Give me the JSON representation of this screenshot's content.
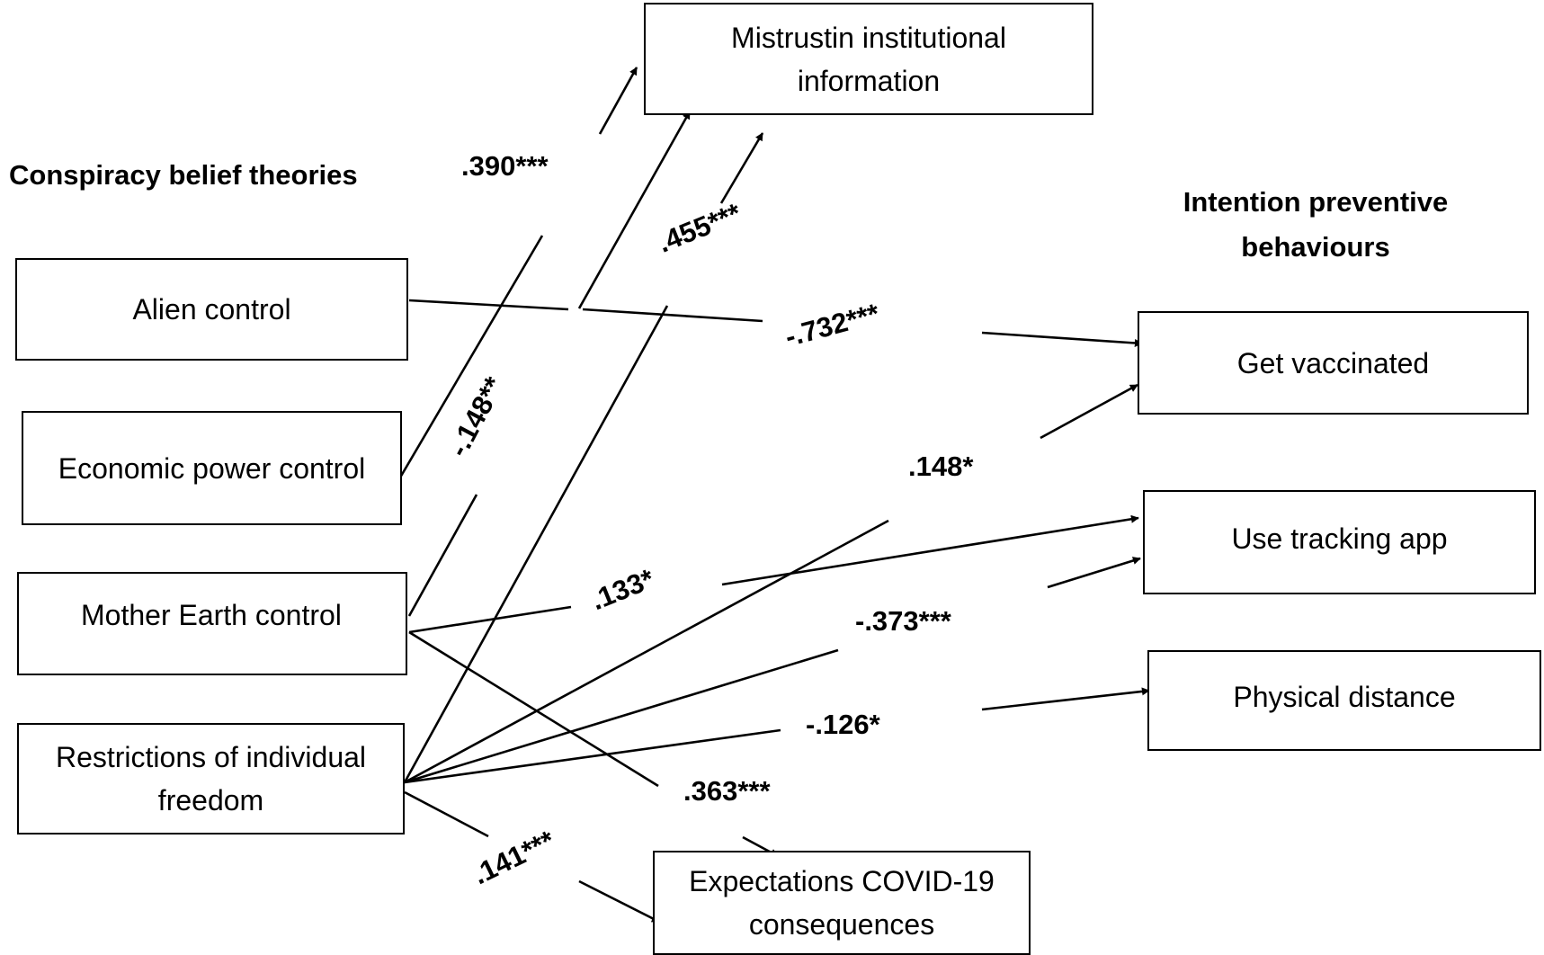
{
  "headings": {
    "left": "Conspiracy belief theories",
    "right_line1": "Intention preventive",
    "right_line2": "behaviours"
  },
  "predictors": {
    "alien": "Alien control",
    "economic": "Economic power control",
    "mother_earth": "Mother Earth control",
    "restrictions_line1": "Restrictions of individual",
    "restrictions_line2": "freedom"
  },
  "mediators": {
    "mistrust_line1": "Mistrustin institutional",
    "mistrust_line2": "information",
    "expectations_line1": "Expectations COVID-19",
    "expectations_line2": "consequences"
  },
  "outcomes": {
    "vaccinated": "Get vaccinated",
    "tracking": "Use tracking app",
    "distance": "Physical distance"
  },
  "coefficients": {
    "economic_to_mistrust": ".390***",
    "restrictions_to_mistrust": ".455***",
    "mother_to_mistrust": "-.148**",
    "alien_to_vaccinated": "-.732***",
    "restrictions_to_vaccinated": ".148*",
    "mother_to_tracking": ".133*",
    "restrictions_to_tracking": "-.373***",
    "restrictions_to_distance": "-.126*",
    "mother_to_expectations": ".363***",
    "restrictions_to_expectations": ".141***"
  },
  "colors": {
    "line": "#000000",
    "background": "#ffffff"
  }
}
